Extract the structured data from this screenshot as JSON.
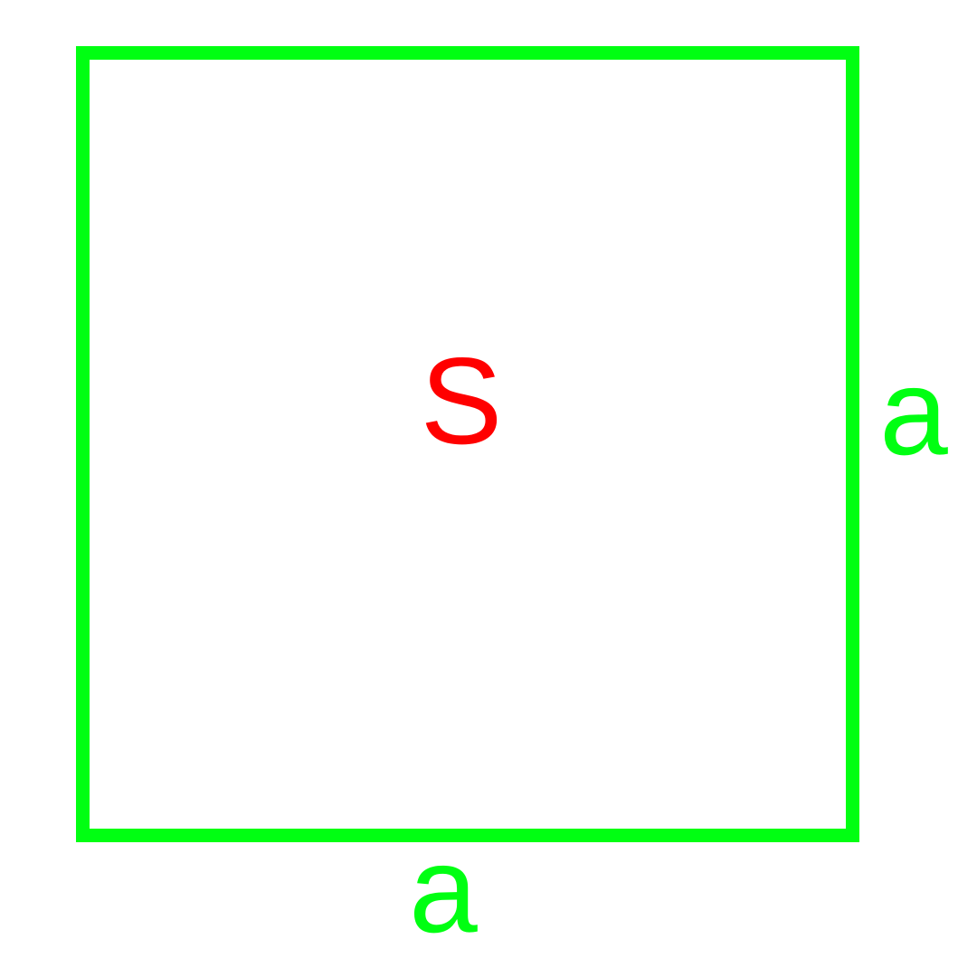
{
  "diagram": {
    "area_label": "S",
    "side_right_label": "a",
    "side_bottom_label": "a"
  },
  "colors": {
    "square_stroke": "#00ff12",
    "side_label": "#00ff12",
    "area_label": "#ff0000",
    "background": "#ffffff"
  }
}
